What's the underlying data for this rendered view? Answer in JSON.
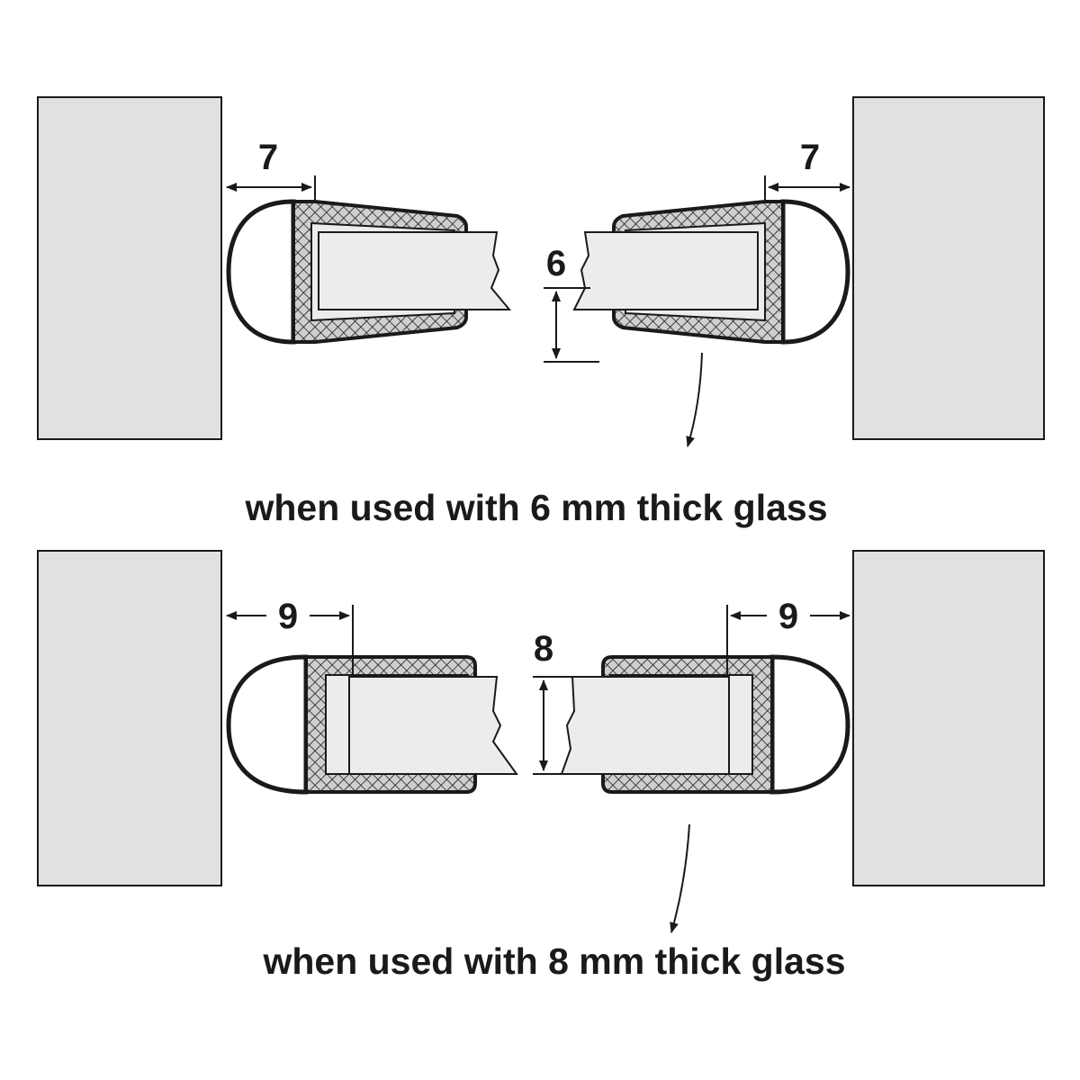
{
  "colors": {
    "wall_fill": "#e1e1e1",
    "glass_fill": "#ececec",
    "seal_fill": "#cfcfcf",
    "line": "#1a1a1a",
    "background": "#ffffff"
  },
  "diagrams": [
    {
      "id": "six-mm",
      "gap_label_left": "7",
      "gap_label_right": "7",
      "glass_thickness_label": "6",
      "caption": "when used with 6 mm thick glass"
    },
    {
      "id": "eight-mm",
      "gap_label_left": "9",
      "gap_label_right": "9",
      "glass_thickness_label": "8",
      "caption": "when used with 8 mm thick glass"
    }
  ]
}
